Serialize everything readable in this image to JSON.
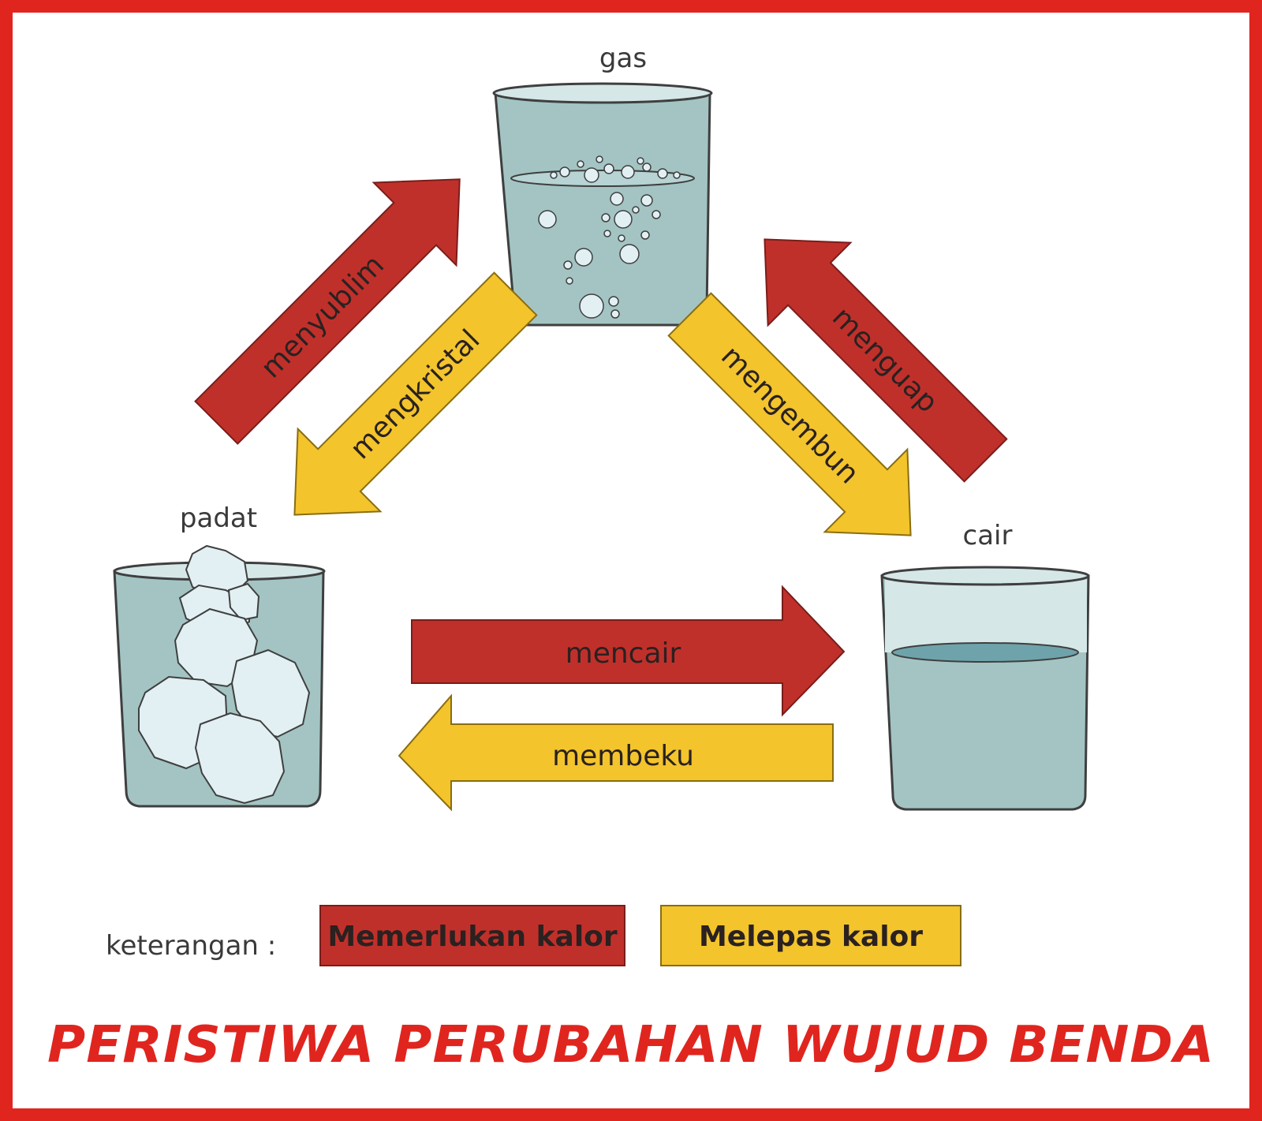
{
  "states": {
    "gas": "gas",
    "solid": "padat",
    "liquid": "cair"
  },
  "processes": {
    "sublimation": "menyublim",
    "deposition": "mengkristal",
    "evaporation": "menguap",
    "condensation": "mengembun",
    "melting": "mencair",
    "freezing": "membeku"
  },
  "legend": {
    "label": "keterangan :",
    "requires_heat": "Memerlukan kalor",
    "releases_heat": "Melepas kalor"
  },
  "title": "PERISTIWA PERUBAHAN WUJUD BENDA",
  "colors": {
    "frame": "#e0251f",
    "requires_heat": "#c0302b",
    "releases_heat": "#f3c42c",
    "beaker_fill": "#a3c4c3",
    "beaker_top": "#d6e7e8",
    "ice": "#e2f0f4",
    "water_surface": "#6fa3ab"
  }
}
